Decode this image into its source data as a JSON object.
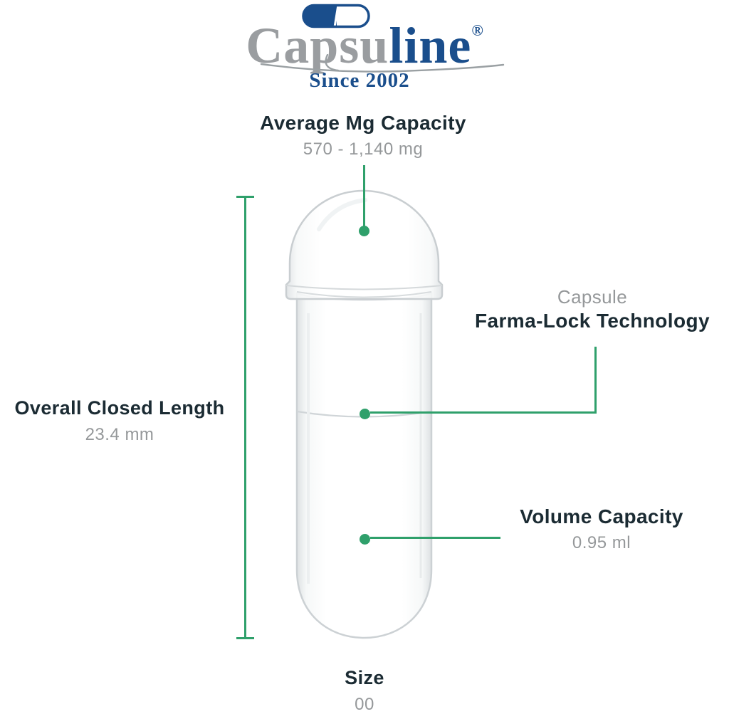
{
  "brand": {
    "name_gray": "Capsu",
    "name_blue": "line",
    "registered_mark": "®",
    "tagline": "Since 2002"
  },
  "icons": {
    "logo_capsule": "capsule-pill-icon",
    "pointer_dot": "green-dot-marker"
  },
  "labels": {
    "mg_capacity": {
      "title": "Average Mg Capacity",
      "value": "570 - 1,140 mg"
    },
    "overall_length": {
      "title": "Overall Closed Length",
      "value": "23.4 mm"
    },
    "farma_lock": {
      "prefix": "Capsule",
      "title": "Farma-Lock Technology"
    },
    "volume_capacity": {
      "title": "Volume Capacity",
      "value": "0.95 ml"
    },
    "size": {
      "title": "Size",
      "value": "00"
    }
  },
  "colors": {
    "accent_green": "#2FA06B",
    "text_dark": "#1B2B33",
    "text_gray": "#95989A",
    "logo_blue": "#1A4E8C",
    "logo_gray": "#9A9DA0",
    "capsule_stroke": "#CCD1D4"
  }
}
